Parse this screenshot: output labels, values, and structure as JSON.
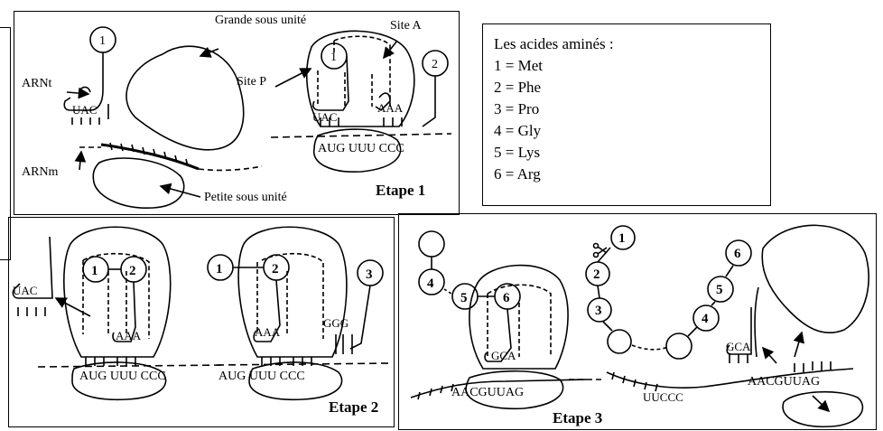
{
  "legend": {
    "title": "Les acides aminés :",
    "items": [
      "1 = Met",
      "2 = Phe",
      "3 = Pro",
      "4 = Gly",
      "5 = Lys",
      "6 = Arg"
    ]
  },
  "panel1": {
    "grande_sous_unite": "Grande sous unité",
    "petite_sous_unite": "Petite sous unité",
    "arnt": "ARNt",
    "arnm": "ARNm",
    "site_a": "Site A",
    "site_p": "Site P",
    "anticodon_free": "UAC",
    "anticodon_p": "UAC",
    "anticodon_a": "AAA",
    "codons": "AUG UUU CCC",
    "aa1": "1",
    "aa1_free": "1",
    "aa2": "2",
    "stage": "Etape 1"
  },
  "panel2": {
    "released_trna": "UAC",
    "left_aa1": "1",
    "left_aa2": "2",
    "left_anticodon": "AAA",
    "left_codons": "AUG UUU CCC",
    "right_aa1": "1",
    "right_aa2": "2",
    "right_aa3": "3",
    "right_anticodon_p": "AAA",
    "right_anticodon_a": "GGG",
    "right_codons": "AUG UUU CCC",
    "stage": "Etape 2"
  },
  "panel3": {
    "aa4": "4",
    "aa5": "5",
    "aa6": "6",
    "anticodon": "GCA",
    "mrna_left": "AACGUUAG",
    "chain": [
      "1",
      "2",
      "3"
    ],
    "chain_right": [
      "4",
      "5",
      "6"
    ],
    "mrna_mid": "UUCCC",
    "mrna_right": "AACGUUAG",
    "free_anticodon": "GCA",
    "stage": "Etape 3"
  }
}
